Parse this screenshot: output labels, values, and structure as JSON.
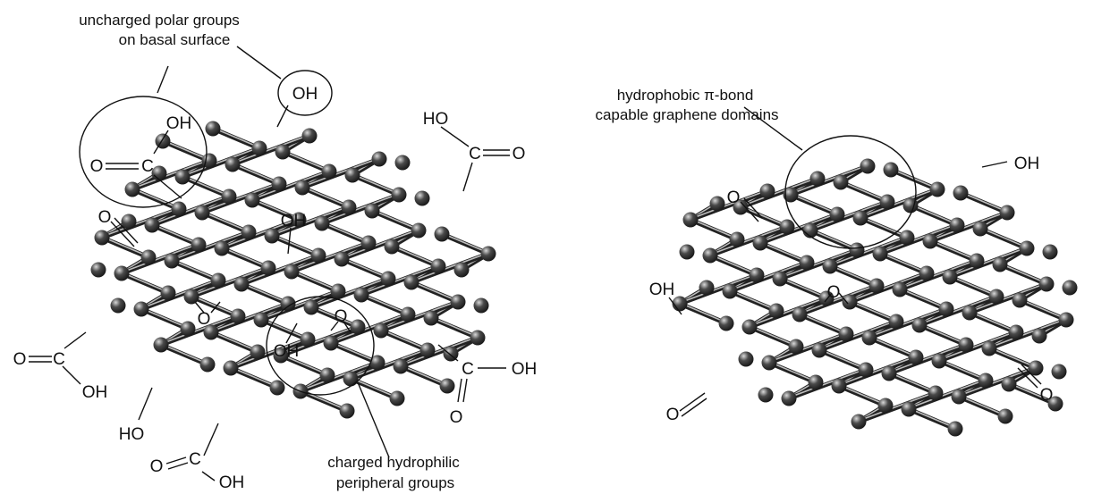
{
  "callouts": {
    "uncharged_polar": [
      "uncharged polar groups",
      "on basal surface"
    ],
    "charged_hydrophilic": [
      "charged hydrophilic",
      "peripheral groups"
    ],
    "hydrophobic": [
      "hydrophobic π-bond",
      "capable graphene domains"
    ]
  },
  "groups": {
    "oh": "OH",
    "ho": "HO",
    "c": "C",
    "o": "O"
  },
  "colors": {
    "atom_light": "#d9d9d9",
    "atom_dark": "#1a1a1a",
    "bond": "#222222",
    "ink": "#111111"
  }
}
